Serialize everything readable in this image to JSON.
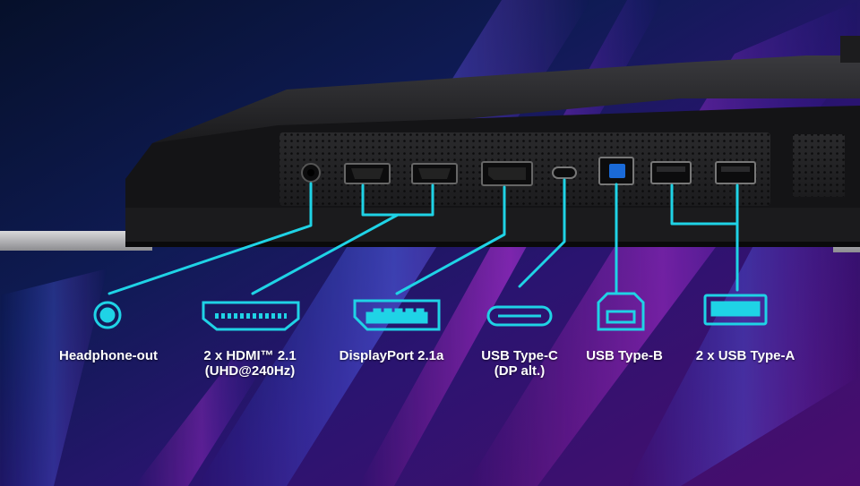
{
  "accent_color": "#1fd3e6",
  "ports": [
    {
      "id": "headphone",
      "icon": "headphone-jack-icon",
      "line1": "Headphone-out",
      "line2": ""
    },
    {
      "id": "hdmi",
      "icon": "hdmi-port-icon",
      "line1": "2 x HDMI™ 2.1",
      "line2": "(UHD@240Hz)"
    },
    {
      "id": "displayport",
      "icon": "displayport-icon",
      "line1": "DisplayPort 2.1a",
      "line2": ""
    },
    {
      "id": "usbc",
      "icon": "usb-type-c-icon",
      "line1": "USB Type-C",
      "line2": "(DP alt.)"
    },
    {
      "id": "usbb",
      "icon": "usb-type-b-icon",
      "line1": "USB Type-B",
      "line2": ""
    },
    {
      "id": "usba",
      "icon": "usb-type-a-icon",
      "line1": "2 x USB Type-A",
      "line2": ""
    }
  ]
}
